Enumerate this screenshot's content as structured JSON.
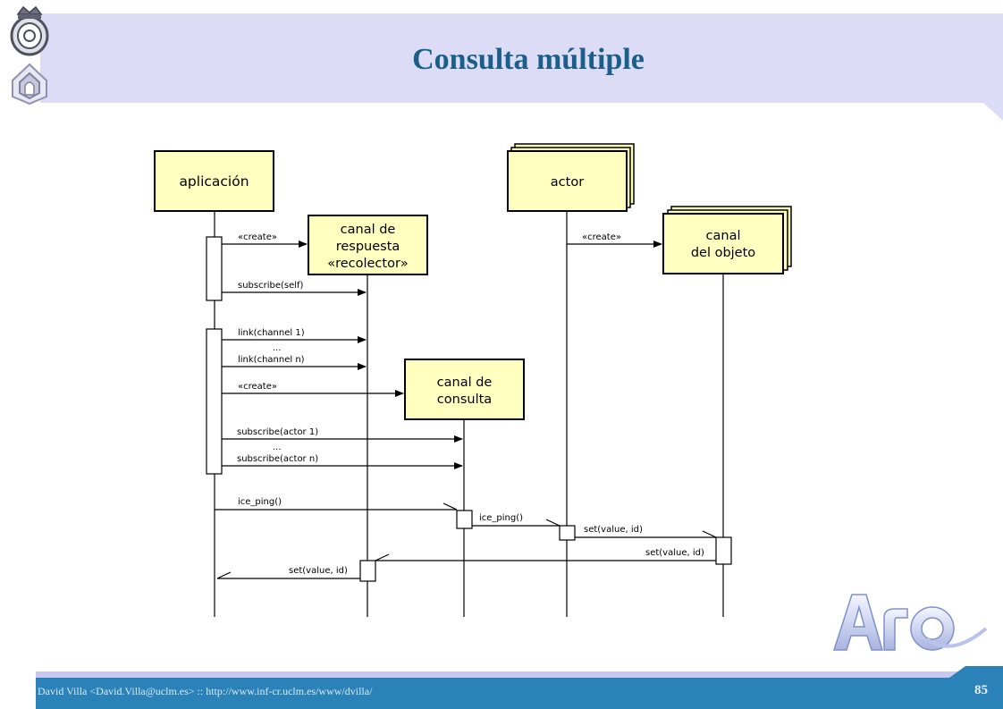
{
  "slide": {
    "title": "Consulta múltiple",
    "page_number": "85",
    "footer": "David Villa <David.Villa@uclm.es> :: http://www.inf-cr.uclm.es/www/dvilla/"
  },
  "diagram": {
    "participants": {
      "aplicacion": "aplicación",
      "recolector": [
        "canal de",
        "respuesta",
        "«recolector»"
      ],
      "consulta": [
        "canal de",
        "consulta"
      ],
      "actor": "actor",
      "objeto": [
        "canal",
        "del objeto"
      ]
    },
    "messages": {
      "create1": "«create»",
      "subscribe_self": "subscribe(self)",
      "link1": "link(channel 1)",
      "dots1": "...",
      "linkn": "link(channel n)",
      "create2": "«create»",
      "create3": "«create»",
      "sub_actor1": "subscribe(actor 1)",
      "dots2": "...",
      "sub_actorn": "subscribe(actor n)",
      "ice_ping1": "ice_ping()",
      "ice_ping2": "ice_ping()",
      "set1": "set(value, id)",
      "set2": "set(value, id)",
      "set3": "set(value, id)"
    }
  },
  "colors": {
    "box_fill": "#ffffc0",
    "title_color": "#1b5f88",
    "footer_bar": "#2a82b8",
    "title_band": "#dcdcf7"
  },
  "icons": [
    "university-seal-icon",
    "crest-icon",
    "arco-logo-icon"
  ]
}
